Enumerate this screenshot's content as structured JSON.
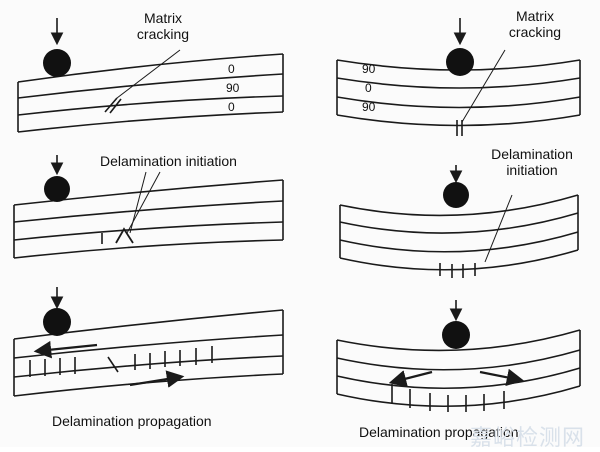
{
  "labels": {
    "matrix_cracking_left": [
      "Matrix",
      "cracking"
    ],
    "matrix_cracking_right": [
      "Matrix",
      "cracking"
    ],
    "delamination_initiation_left": "Delamination initiation",
    "delamination_initiation_right": [
      "Delamination",
      "initiation"
    ],
    "delamination_propagation_left": "Delamination propagation",
    "delamination_propagation_right": "Delamination propagation"
  },
  "ply_layups": {
    "left": [
      "0",
      "90",
      "0"
    ],
    "right": [
      "90",
      "0",
      "90"
    ]
  },
  "watermark": "嘉峪检测网",
  "colors": {
    "line": "#1a1a1a",
    "ball": "#111111",
    "text": "#111111"
  }
}
